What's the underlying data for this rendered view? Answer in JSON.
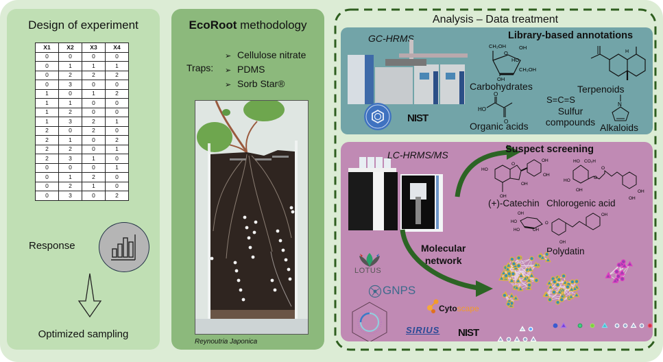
{
  "design_of_experiment": {
    "title": "Design of experiment",
    "table": {
      "headers": [
        "X1",
        "X2",
        "X3",
        "X4"
      ],
      "rows": [
        [
          "0",
          "0",
          "0",
          "0"
        ],
        [
          "0",
          "1",
          "1",
          "1"
        ],
        [
          "0",
          "2",
          "2",
          "2"
        ],
        [
          "0",
          "3",
          "0",
          "0"
        ],
        [
          "1",
          "0",
          "1",
          "2"
        ],
        [
          "1",
          "1",
          "0",
          "0"
        ],
        [
          "1",
          "2",
          "0",
          "0"
        ],
        [
          "1",
          "3",
          "2",
          "1"
        ],
        [
          "2",
          "0",
          "2",
          "0"
        ],
        [
          "2",
          "1",
          "0",
          "2"
        ],
        [
          "2",
          "2",
          "0",
          "1"
        ],
        [
          "2",
          "3",
          "1",
          "0"
        ],
        [
          "0",
          "0",
          "0",
          "1"
        ],
        [
          "0",
          "1",
          "2",
          "0"
        ],
        [
          "0",
          "2",
          "1",
          "0"
        ],
        [
          "0",
          "3",
          "0",
          "2"
        ]
      ]
    },
    "response_label": "Response",
    "response_icon": "bar-chart-icon",
    "arrow_icon": "down-arrow-icon",
    "result_label": "Optimized sampling"
  },
  "ecoroot": {
    "title_bold": "EcoRoot",
    "title_rest": " methodology",
    "traps_label": "Traps:",
    "bullet_glyph": "➢",
    "traps": [
      "Cellulose nitrate",
      "PDMS",
      "Sorb Star®"
    ],
    "photo_caption": "Reynoutria Japonica"
  },
  "analysis": {
    "title": "Analysis – Data treatment",
    "gc": {
      "instrument_label": "GC-HRMS",
      "section_title": "Library-based annotations",
      "classes": [
        "Carbohydrates",
        "Terpenoids",
        "Organic acids",
        "Sulfur compounds",
        "Alkaloids"
      ],
      "sulfur_formula": "S=C=S",
      "logos": [
        "NIST"
      ]
    },
    "lc": {
      "instrument_label": "LC-HRMS/MS",
      "suspect_title": "Suspect screening",
      "compounds": [
        "(+)-Catechin",
        "Chlorogenic acid",
        "Polydatin"
      ],
      "network_title_line1": "Molecular",
      "network_title_line2": "network",
      "logos": [
        "LOTUS",
        "GNPS",
        "Cytoscape",
        "SIRIUS",
        "NIST"
      ],
      "cytoscape_part1": "Cyto",
      "cytoscape_part2": "scape"
    },
    "colors": {
      "arrow": "#2c6424",
      "dash": "#2e5e1f",
      "teal": "#72a4a8",
      "purple": "#c08ab4"
    }
  }
}
